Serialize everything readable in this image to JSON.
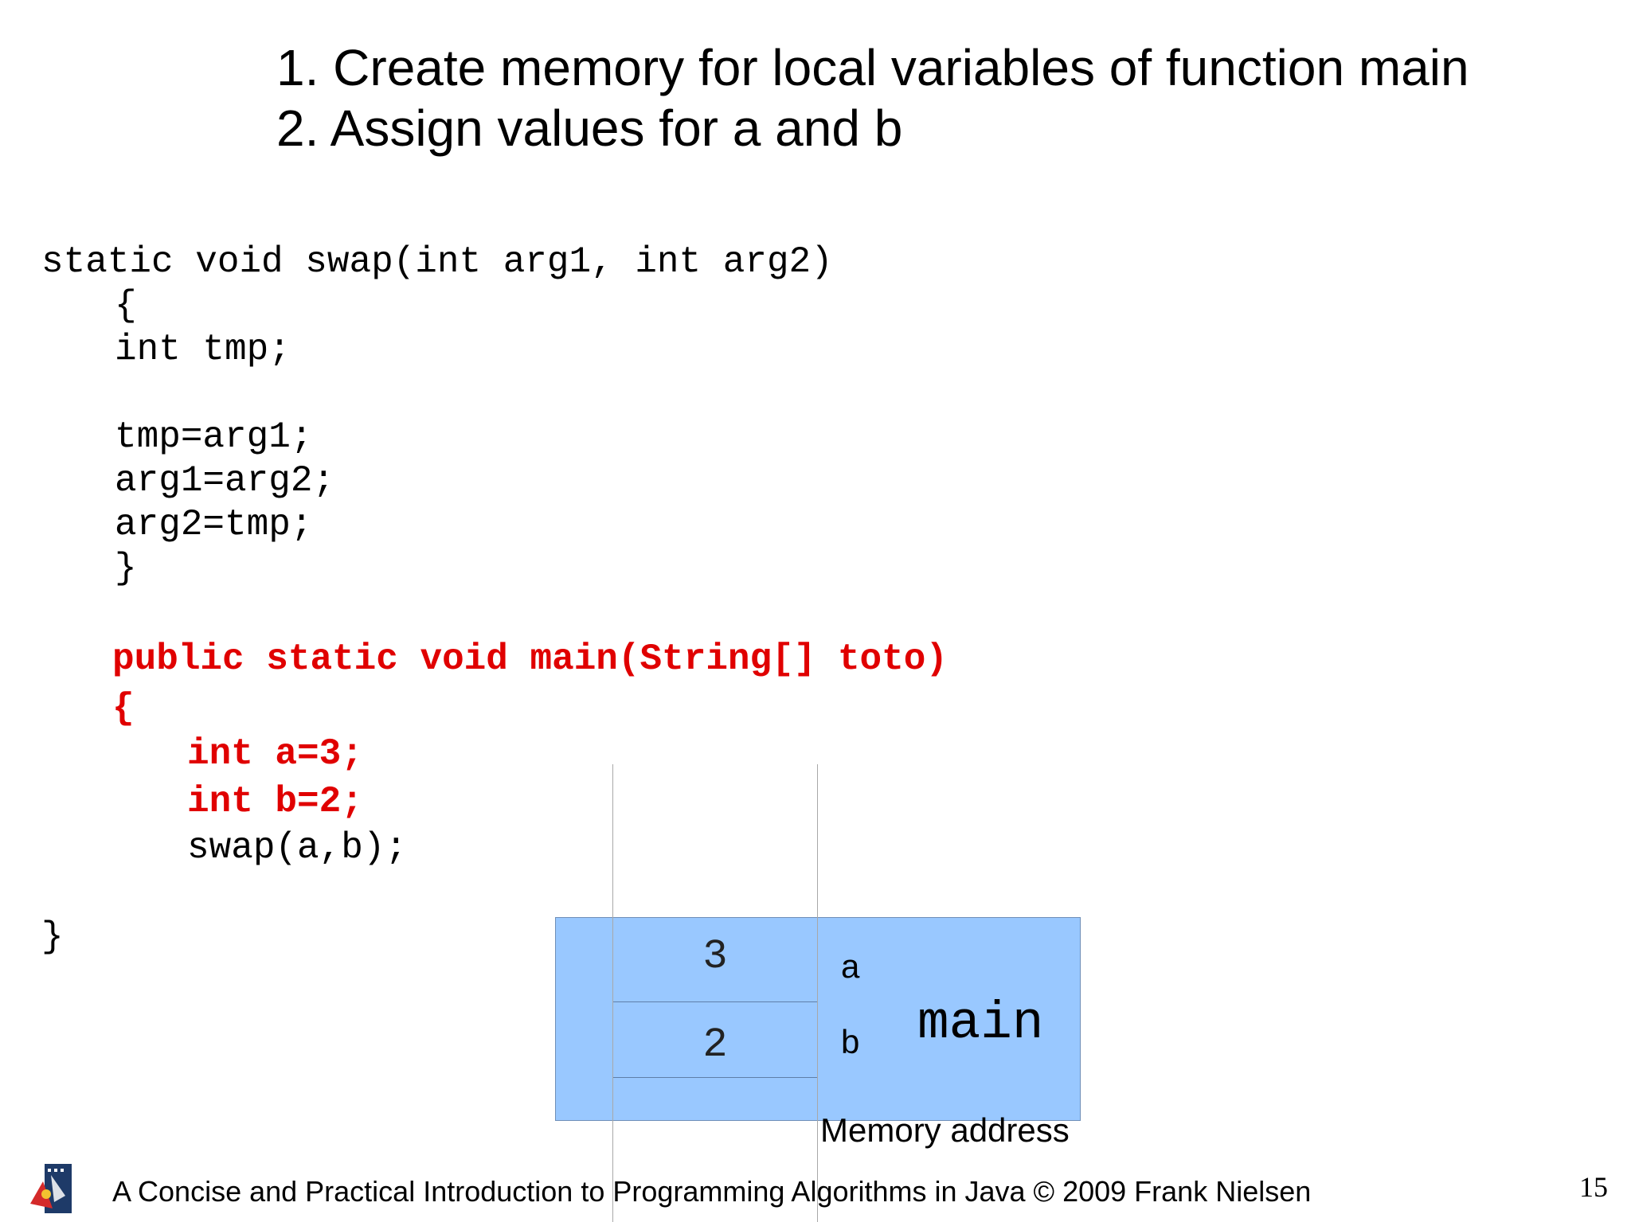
{
  "heading": {
    "line1": "1. Create memory for local variables of function main",
    "line2": "2. Assign values for a and b"
  },
  "code": {
    "swap_signature": "static void swap(int arg1, int arg2)",
    "swap_open_brace": "{",
    "swap_decl": "int tmp;",
    "swap_line1": "tmp=arg1;",
    "swap_line2": "arg1=arg2;",
    "swap_line3": "arg2=tmp;",
    "swap_close_brace": "}",
    "main_signature": "public static void main(String[] toto)",
    "main_open_brace": "{",
    "main_decl_a": "int a=3;",
    "main_decl_b": "int b=2;",
    "main_call": "swap(a,b);",
    "main_close_brace": "}"
  },
  "memory": {
    "cells": [
      {
        "value": "3",
        "label": "a"
      },
      {
        "value": "2",
        "label": "b"
      }
    ],
    "frame_label": "main",
    "caption": "Memory address",
    "block_color": "#99c8ff"
  },
  "footer": {
    "text": "A Concise and Practical Introduction to Programming Algorithms in Java  © 2009 Frank Nielsen",
    "page_number": "15",
    "logo_icon": "institution-logo-icon"
  },
  "colors": {
    "highlight_code": "#e00000"
  }
}
